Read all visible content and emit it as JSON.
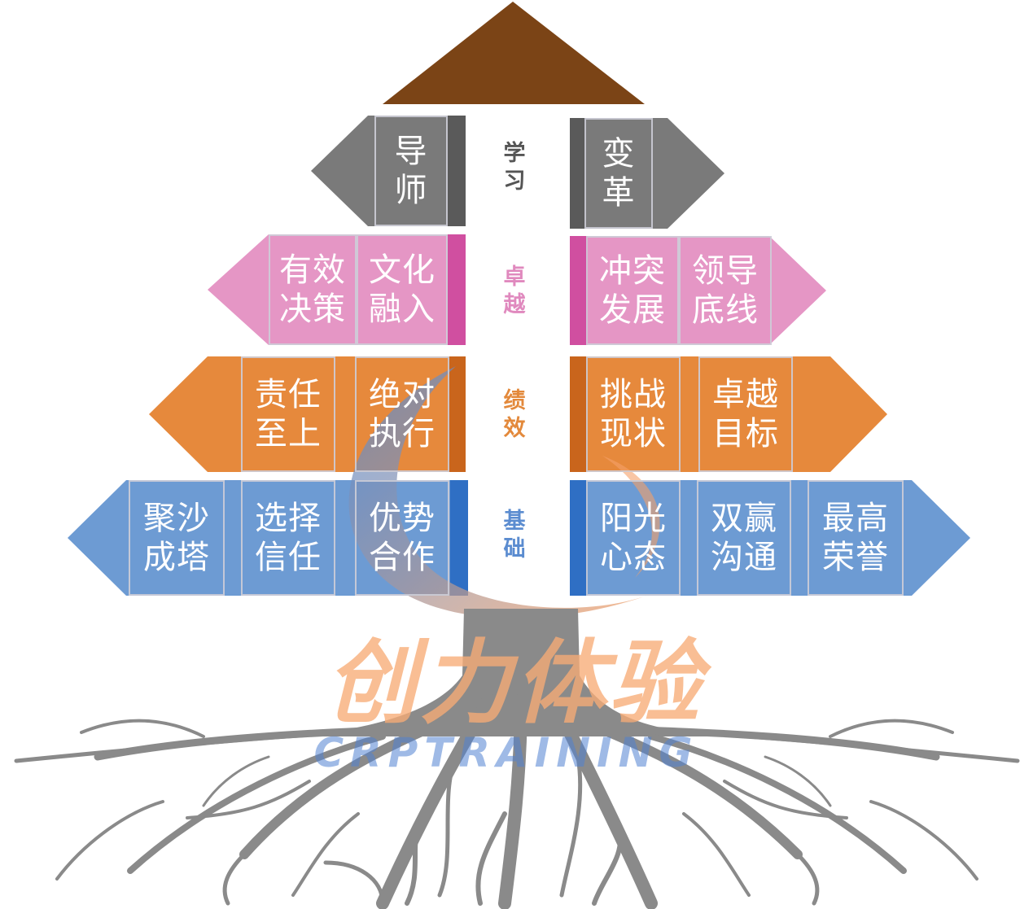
{
  "levels": [
    {
      "label": "学\n习",
      "color": "#555555",
      "left": [
        "导\n师"
      ],
      "right": [
        "变\n革"
      ]
    },
    {
      "label": "卓\n越",
      "color": "#e089be",
      "left": [
        "有效\n决策",
        "文化\n融入"
      ],
      "right": [
        "冲突\n发展",
        "领导\n底线"
      ]
    },
    {
      "label": "绩\n效",
      "color": "#e3893b",
      "left": [
        "责任\n至上",
        "绝对\n执行"
      ],
      "right": [
        "挑战\n现状",
        "卓越\n目标"
      ]
    },
    {
      "label": "基\n础",
      "color": "#5b8cd0",
      "left": [
        "聚沙\n成塔",
        "选择\n信任",
        "优势\n合作"
      ],
      "right": [
        "阳光\n心态",
        "双赢\n沟通",
        "最高\n荣誉"
      ]
    }
  ],
  "watermark": {
    "cn": "创力体验",
    "en": "CRPTRAINING"
  },
  "colors": {
    "roof": "#7b4416",
    "gray": "#7a7a7a",
    "pink": "#e596c5",
    "orange": "#e6893c",
    "blue": "#6d9bd3",
    "trunk": "#8a8a8a"
  }
}
